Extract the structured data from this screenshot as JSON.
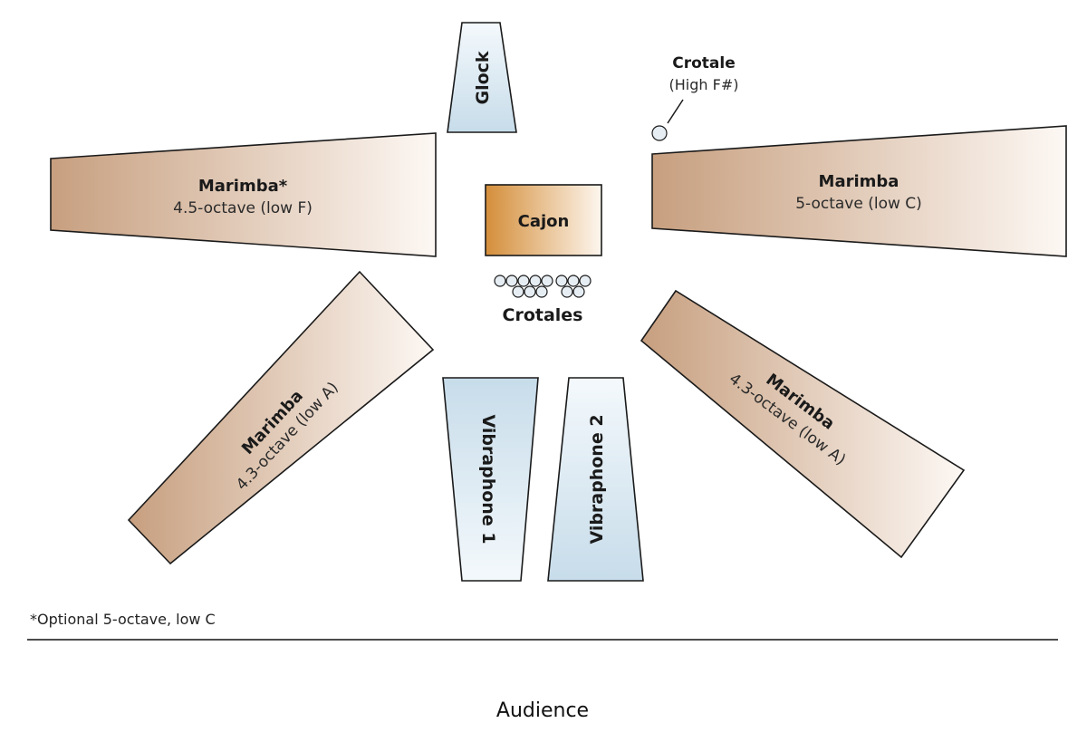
{
  "instruments": {
    "glock": {
      "name": "Glock"
    },
    "marimba_left_top": {
      "name": "Marimba*",
      "detail": "4.5-octave (low F)"
    },
    "marimba_right_top": {
      "name": "Marimba",
      "detail": "5-octave (low C)"
    },
    "marimba_left_bottom": {
      "name": "Marimba",
      "detail": "4.3-octave (low A)"
    },
    "marimba_right_bottom": {
      "name": "Marimba",
      "detail": "4.3-octave (low A)"
    },
    "cajon": {
      "name": "Cajon"
    },
    "crotales": {
      "name": "Crotales"
    },
    "crotale": {
      "name": "Crotale",
      "detail": "(High F#)"
    },
    "vibraphone_1": {
      "name": "Vibraphone 1"
    },
    "vibraphone_2": {
      "name": "Vibraphone 2"
    }
  },
  "footnote": "*Optional 5-octave, low C",
  "audience_label": "Audience",
  "colors": {
    "marimba_dark": "#c79f7f",
    "marimba_light": "#fdf8f4",
    "vibe_blue": "#c7dcea",
    "vibe_light": "#f4f9fc",
    "cajon_dark": "#d48e3a",
    "cajon_light": "#fdf6ee"
  }
}
